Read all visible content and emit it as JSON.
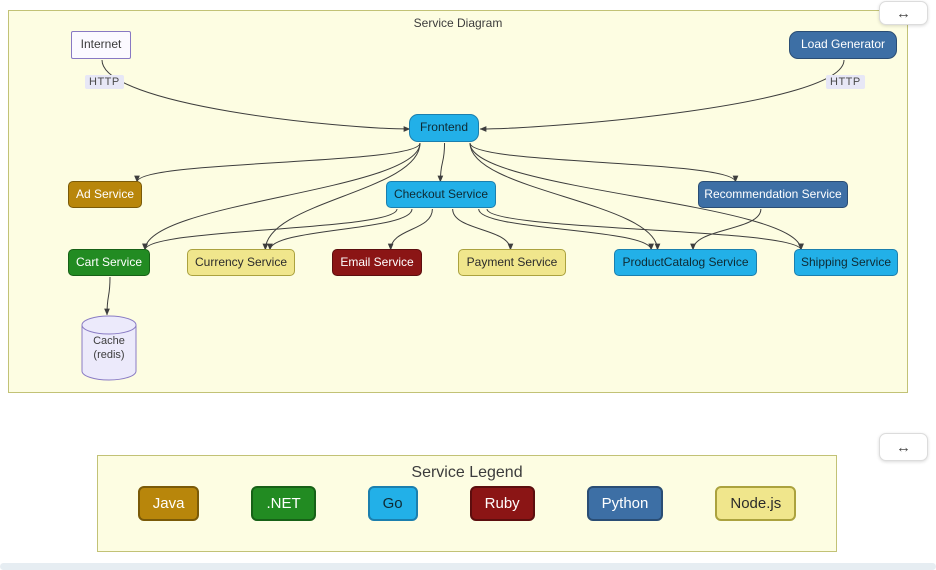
{
  "palette": {
    "canvas": {
      "bg": "#fdfde2",
      "border": "#c2c276",
      "text": "#3c3c3c"
    },
    "internet": {
      "bg": "#fbf9ff",
      "border": "#8878c3",
      "text": "#3a3a3a"
    },
    "go": {
      "bg": "#22b0e8",
      "border": "#1b7fae",
      "text": "#0e2a33"
    },
    "java": {
      "bg": "#b8860b",
      "border": "#7a5a08",
      "text": "#ffffff"
    },
    "dotnet": {
      "bg": "#228b22",
      "border": "#176117",
      "text": "#ffffff"
    },
    "ruby": {
      "bg": "#8b1515",
      "border": "#5c0e0e",
      "text": "#ffffff"
    },
    "python": {
      "bg": "#3d6fa5",
      "border": "#2a4d74",
      "text": "#ffffff"
    },
    "nodejs": {
      "bg": "#f0e68c",
      "border": "#aba23e",
      "text": "#2b2b2b"
    },
    "cache": {
      "bg": "#eceafb",
      "border": "#8a7cc4",
      "text": "#3a3a3a"
    },
    "http": {
      "bg": "#e7e7f6",
      "border": "#e7e7f6",
      "text": "#4a4a4a"
    },
    "edge": {
      "stroke": "#3d3d3d"
    }
  },
  "diagram": {
    "title": "Service Diagram",
    "nodes": {
      "internet": {
        "label": "Internet"
      },
      "loadgenerator": {
        "label": "Load Generator"
      },
      "frontend": {
        "label": "Frontend"
      },
      "adservice": {
        "label": "Ad Service"
      },
      "checkoutservice": {
        "label": "Checkout Service"
      },
      "recommendationservice": {
        "label": "Recommendation Service"
      },
      "cartservice": {
        "label": "Cart Service"
      },
      "currencyservice": {
        "label": "Currency Service"
      },
      "emailservice": {
        "label": "Email Service"
      },
      "paymentservice": {
        "label": "Payment Service"
      },
      "productcatalogservice": {
        "label": "ProductCatalog Service"
      },
      "shippingservice": {
        "label": "Shipping Service"
      },
      "cache": {
        "label": "Cache",
        "sublabel": "(redis)"
      }
    },
    "edges": [
      {
        "from": "internet",
        "to": "frontend",
        "label": "HTTP"
      },
      {
        "from": "loadgenerator",
        "to": "frontend",
        "label": "HTTP"
      },
      {
        "from": "frontend",
        "to": "adservice"
      },
      {
        "from": "frontend",
        "to": "cartservice"
      },
      {
        "from": "frontend",
        "to": "checkoutservice"
      },
      {
        "from": "frontend",
        "to": "currencyservice"
      },
      {
        "from": "frontend",
        "to": "productcatalogservice"
      },
      {
        "from": "frontend",
        "to": "recommendationservice"
      },
      {
        "from": "frontend",
        "to": "shippingservice"
      },
      {
        "from": "checkoutservice",
        "to": "cartservice"
      },
      {
        "from": "checkoutservice",
        "to": "currencyservice"
      },
      {
        "from": "checkoutservice",
        "to": "emailservice"
      },
      {
        "from": "checkoutservice",
        "to": "paymentservice"
      },
      {
        "from": "checkoutservice",
        "to": "productcatalogservice"
      },
      {
        "from": "checkoutservice",
        "to": "shippingservice"
      },
      {
        "from": "recommendationservice",
        "to": "productcatalogservice"
      },
      {
        "from": "cartservice",
        "to": "cache"
      }
    ]
  },
  "legend": {
    "title": "Service Legend",
    "items": [
      {
        "label": "Java",
        "color_key": "java"
      },
      {
        "label": ".NET",
        "color_key": "dotnet"
      },
      {
        "label": "Go",
        "color_key": "go"
      },
      {
        "label": "Ruby",
        "color_key": "ruby"
      },
      {
        "label": "Python",
        "color_key": "python"
      },
      {
        "label": "Node.js",
        "color_key": "nodejs"
      }
    ]
  },
  "controls": {
    "expand_glyph": "↔"
  }
}
